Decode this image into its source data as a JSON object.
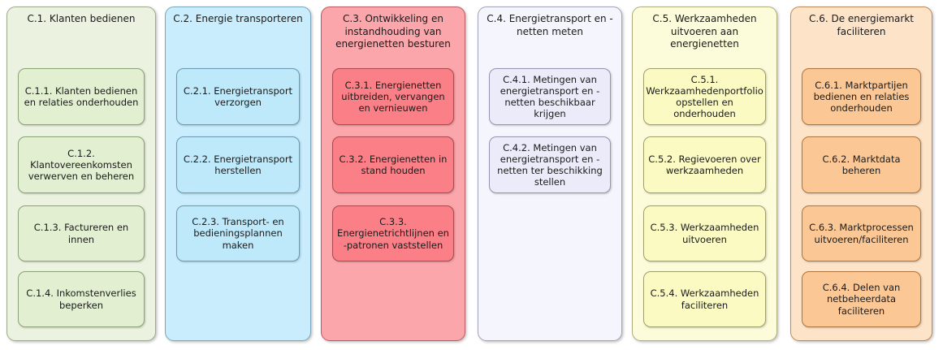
{
  "background": "#ffffff",
  "text_color": "#1a1a1a",
  "columns": [
    {
      "title": "C.1. Klanten bedienen",
      "colors": {
        "fill": "#EBF3E0",
        "border": "#9BAB8C",
        "item_fill": "#E2EFD1",
        "item_border": "#8CA377"
      },
      "items": [
        "C.1.1. Klanten bedienen en relaties onderhouden",
        "C.1.2. Klantovereenkomsten verwerven en beheren",
        "C.1.3. Factureren en innen",
        "C.1.4. Inkomstenverlies beperken"
      ]
    },
    {
      "title": "C.2. Energie transporteren",
      "colors": {
        "fill": "#C9EDFC",
        "border": "#7BA6BC",
        "item_fill": "#BEE9FA",
        "item_border": "#6B9BB4"
      },
      "items": [
        "C.2.1. Energietransport verzorgen",
        "C.2.2. Energietransport herstellen",
        "C.2.3. Transport- en bedieningsplannen maken"
      ]
    },
    {
      "title": "C.3. Ontwikkeling en instandhouding van energienetten besturen",
      "colors": {
        "fill": "#FBA6AB",
        "border": "#BA5A62",
        "item_fill": "#FB7F86",
        "item_border": "#AC4850"
      },
      "items": [
        "C.3.1. Energienetten uitbreiden, vervangen en vernieuwen",
        "C.3.2. Energienetten in stand houden",
        "C.3.3. Energienetrichtlijnen en -patronen vaststellen"
      ]
    },
    {
      "title": "C.4. Energietransport en -netten meten",
      "colors": {
        "fill": "#F5F5FD",
        "border": "#A2A2B8",
        "item_fill": "#EBEBFA",
        "item_border": "#9595AF"
      },
      "items": [
        "C.4.1. Metingen van energietransport en -netten beschikbaar krijgen",
        "C.4.2. Metingen van energietransport en -netten ter beschikking stellen"
      ]
    },
    {
      "title": "C.5. Werkzaamheden uitvoeren aan energienetten",
      "colors": {
        "fill": "#FCFCDA",
        "border": "#ADAD7E",
        "item_fill": "#FAFAC2",
        "item_border": "#A0A06C"
      },
      "items": [
        "C.5.1. Werkzaamhedenportfolio opstellen en onderhouden",
        "C.5.2. Regievoeren over werkzaamheden",
        "C.5.3. Werkzaamheden uitvoeren",
        "C.5.4. Werkzaamheden faciliteren"
      ]
    },
    {
      "title": "C.6. De energiemarkt faciliteren",
      "colors": {
        "fill": "#FDE4C8",
        "border": "#BC8A58",
        "item_fill": "#FBC795",
        "item_border": "#AF7540"
      },
      "items": [
        "C.6.1. Marktpartijen bedienen en relaties onderhouden",
        "C.6.2. Marktdata beheren",
        "C.6.3. Marktprocessen uitvoeren/faciliteren",
        "C.6.4. Delen van netbeheerdata faciliteren"
      ]
    }
  ]
}
